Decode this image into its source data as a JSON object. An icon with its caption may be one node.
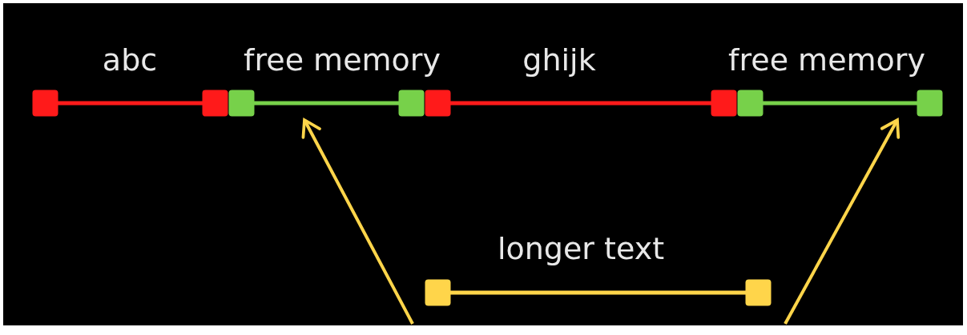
{
  "diagram": {
    "nodes": [
      {
        "text": [
          "abc"
        ]
      },
      {
        "text": [
          "free memory"
        ]
      },
      {
        "text": [
          "ghijk"
        ]
      },
      {
        "text": [
          "free memory"
        ]
      },
      {
        "text": [
          "longer text"
        ]
      }
    ],
    "edges": [
      {
        "from": null,
        "to": 1,
        "arrow": "to"
      },
      {
        "from": null,
        "to": 3,
        "arrow": "to"
      }
    ]
  }
}
